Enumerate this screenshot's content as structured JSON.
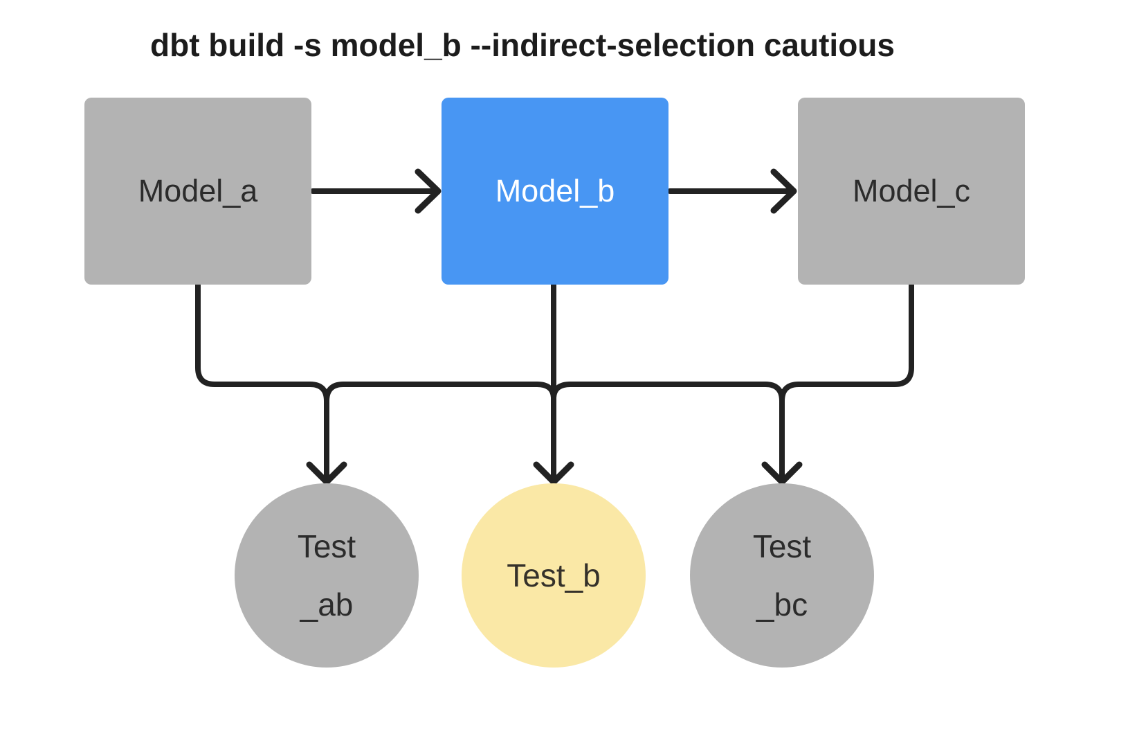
{
  "title": "dbt build -s model_b --indirect-selection cautious",
  "colors": {
    "node_gray": "#b3b3b3",
    "node_blue": "#4896f3",
    "node_yellow": "#fae8a6",
    "edge_stroke": "#222222",
    "title_text": "#1c1c1c",
    "box_text_dark": "#2b2b2b",
    "box_text_light": "#ffffff",
    "background": "#ffffff"
  },
  "models": [
    {
      "id": "model_a",
      "label": "Model_a",
      "selected": false
    },
    {
      "id": "model_b",
      "label": "Model_b",
      "selected": true
    },
    {
      "id": "model_c",
      "label": "Model_c",
      "selected": false
    }
  ],
  "tests": [
    {
      "id": "test_ab",
      "label_line1": "Test",
      "label_line2": "_ab",
      "selected": false
    },
    {
      "id": "test_b",
      "label_line1": "Test_b",
      "label_line2": "",
      "selected": true
    },
    {
      "id": "test_bc",
      "label_line1": "Test",
      "label_line2": "_bc",
      "selected": false
    }
  ],
  "edges": [
    {
      "from": "model_a",
      "to": "model_b"
    },
    {
      "from": "model_b",
      "to": "model_c"
    },
    {
      "from": "model_a",
      "to": "test_ab"
    },
    {
      "from": "model_b",
      "to": "test_ab"
    },
    {
      "from": "model_b",
      "to": "test_b"
    },
    {
      "from": "model_b",
      "to": "test_bc"
    },
    {
      "from": "model_c",
      "to": "test_bc"
    }
  ]
}
